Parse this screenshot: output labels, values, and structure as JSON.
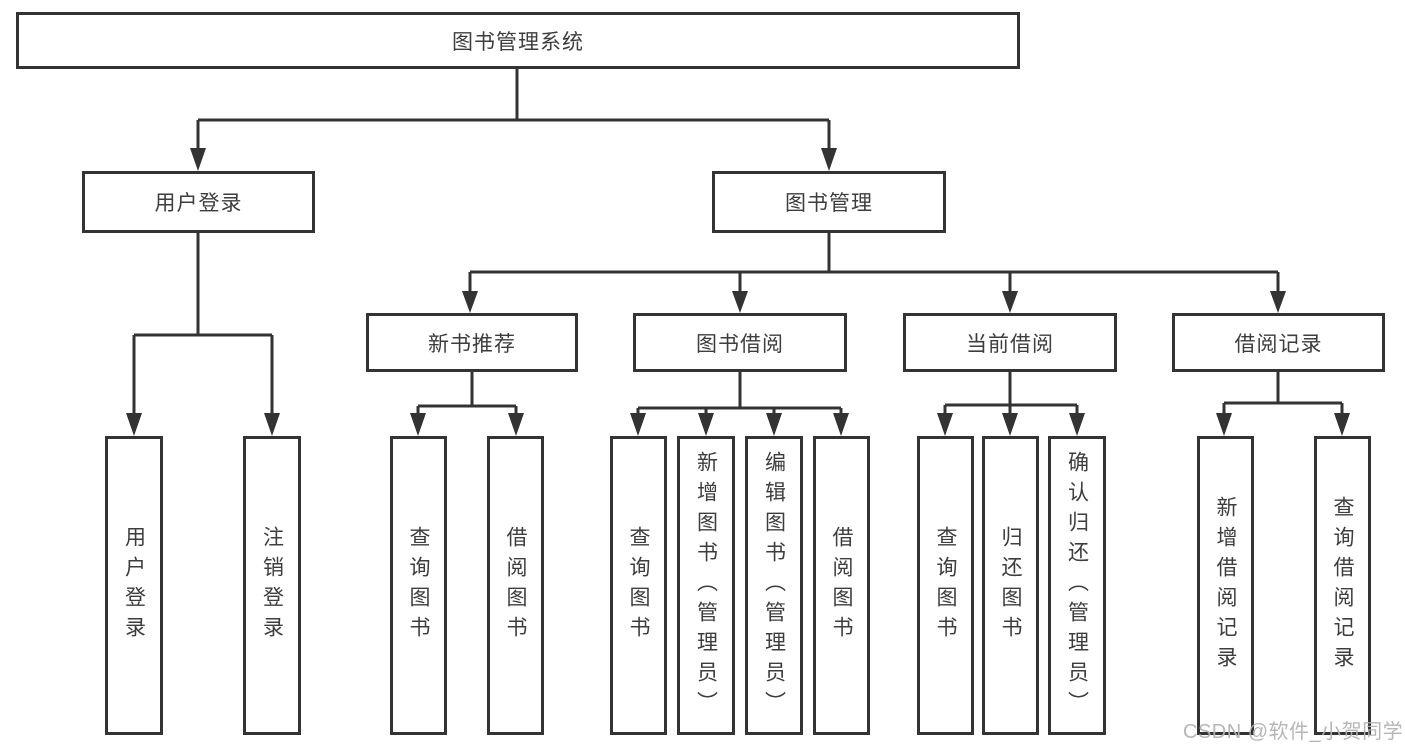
{
  "colors": {
    "box_border": "#333333",
    "connector_line": "#333333",
    "node_text": "#3d3d3d",
    "background": "#ffffff",
    "watermark_text": "#b2b2b2"
  },
  "watermark": "CSDN @软件_小贺同学",
  "tree": {
    "root": {
      "label": "图书管理系统"
    },
    "branches": [
      {
        "label": "用户登录",
        "children": [
          {
            "label": "用户登录"
          },
          {
            "label": "注销登录"
          }
        ]
      },
      {
        "label": "图书管理",
        "children": [
          {
            "label": "新书推荐",
            "children": [
              {
                "label": "查询图书"
              },
              {
                "label": "借阅图书"
              }
            ]
          },
          {
            "label": "图书借阅",
            "children": [
              {
                "label": "查询图书"
              },
              {
                "label": "新增图书（管理员）"
              },
              {
                "label": "编辑图书（管理员）"
              },
              {
                "label": "借阅图书"
              }
            ]
          },
          {
            "label": "当前借阅",
            "children": [
              {
                "label": "查询图书"
              },
              {
                "label": "归还图书"
              },
              {
                "label": "确认归还（管理员）"
              }
            ]
          },
          {
            "label": "借阅记录",
            "children": [
              {
                "label": "新增借阅记录"
              },
              {
                "label": "查询借阅记录"
              }
            ]
          }
        ]
      }
    ]
  }
}
